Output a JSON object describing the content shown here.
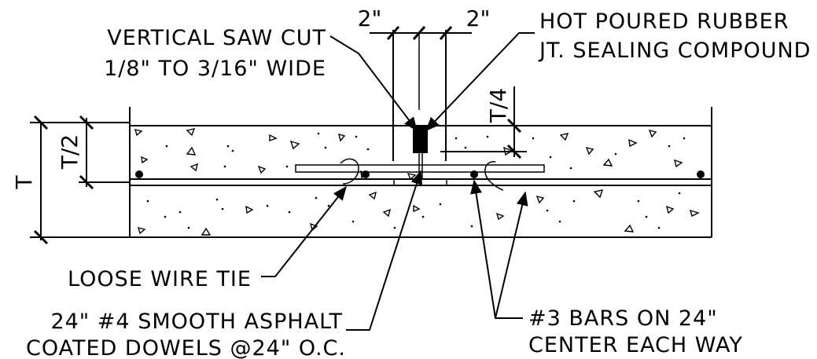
{
  "labels": {
    "saw_cut_line1": "VERTICAL SAW CUT",
    "saw_cut_line2": "1/8\" TO 3/16\" WIDE",
    "sealant_line1": "HOT POURED RUBBER",
    "sealant_line2": "JT. SEALING COMPOUND",
    "wire_tie": "LOOSE WIRE TIE",
    "dowels_line1": "24\" #4 SMOOTH ASPHALT",
    "dowels_line2": "COATED DOWELS @24\" O.C.",
    "bars_line1": "#3 BARS ON 24\"",
    "bars_line2": "CENTER EACH WAY"
  },
  "dimensions": {
    "left_offset": "2\"",
    "right_offset": "2\"",
    "thickness": "T",
    "half_thickness": "T/2",
    "quarter_thickness": "T/4"
  },
  "colors": {
    "ink": "#000000",
    "background": "#ffffff"
  }
}
